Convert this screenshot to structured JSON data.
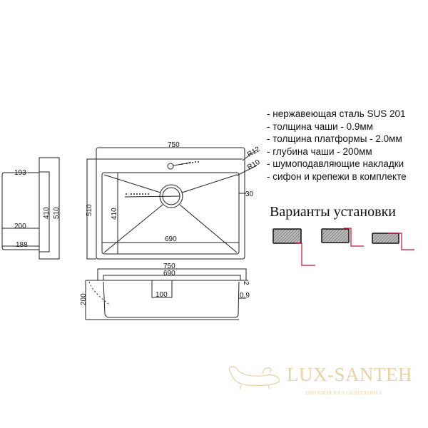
{
  "specs": [
    "- нержавеющая сталь SUS 201",
    "- толщина чаши - 0.9мм",
    "- толщина платформы - 2.0мм",
    "- глубина чаши - 200мм",
    "- шумоподавляющие накладки",
    "- сифон и крепежи в комплекте"
  ],
  "variants_title": "Варианты установки",
  "top_view": {
    "width": "750",
    "depth": "510",
    "bowl_depth": "410",
    "bowl_width": "690",
    "radius_outer": "R12",
    "radius_inner": "R10",
    "rim": "30"
  },
  "side_view": {
    "d1": "193",
    "d2": "200",
    "d3": "188",
    "inner": "410",
    "outer": "510"
  },
  "front_view": {
    "width": "750",
    "bowl_width": "690",
    "platform": "2",
    "drain": "100",
    "wall": "0.9",
    "depth": "200"
  },
  "logo": {
    "name": "LUX-SANTEH",
    "tagline": "ЕВРОПЕЙСКАЯ САНТЕХНИКА"
  },
  "colors": {
    "line": "#222222",
    "accent": "#c8102e",
    "logo": "#e8d2a6"
  }
}
